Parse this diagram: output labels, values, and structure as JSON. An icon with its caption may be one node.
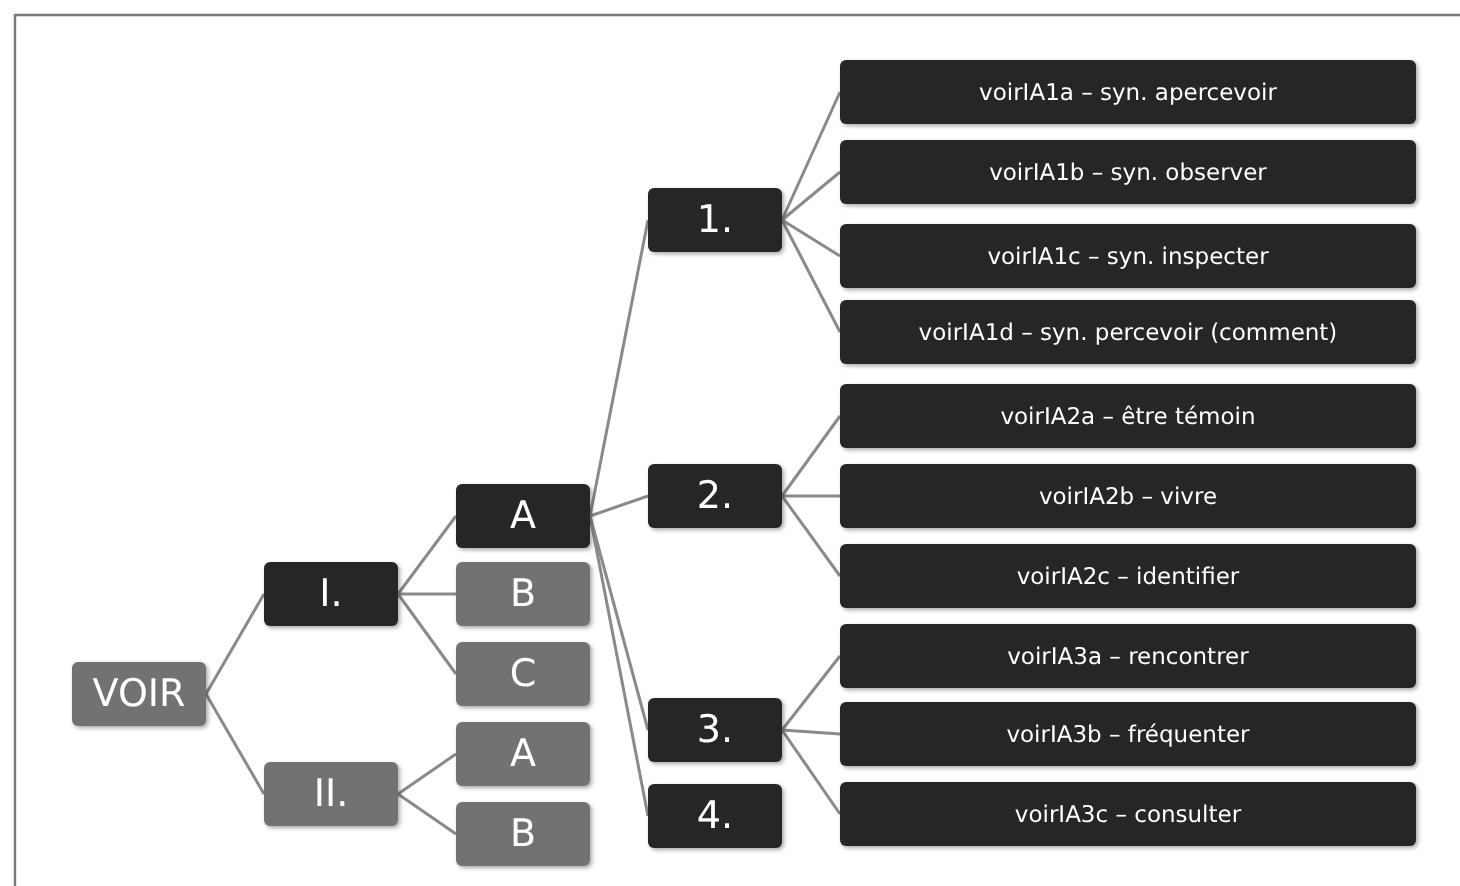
{
  "diagram": {
    "nodes": [
      {
        "text": [
          "VOIR"
        ]
      },
      {
        "text": [
          "I."
        ]
      },
      {
        "text": [
          "II."
        ]
      },
      {
        "text": [
          "A"
        ]
      },
      {
        "text": [
          "B"
        ]
      },
      {
        "text": [
          "C"
        ]
      },
      {
        "text": [
          "A"
        ]
      },
      {
        "text": [
          "B"
        ]
      },
      {
        "text": [
          "1."
        ]
      },
      {
        "text": [
          "2."
        ]
      },
      {
        "text": [
          "3."
        ]
      },
      {
        "text": [
          "4."
        ]
      },
      {
        "text": [
          "voirIA1a – syn. apercevoir"
        ]
      },
      {
        "text": [
          "voirIA1b – syn.  observer"
        ]
      },
      {
        "text": [
          "voirIA1c – syn. inspecter"
        ]
      },
      {
        "text": [
          "voirIA1d – syn. percevoir (comment)"
        ]
      },
      {
        "text": [
          "voirIA2a – être témoin"
        ]
      },
      {
        "text": [
          "voirIA2b – vivre"
        ]
      },
      {
        "text": [
          "voirIA2c – identifier"
        ]
      },
      {
        "text": [
          "voirIA3a – rencontrer"
        ]
      },
      {
        "text": [
          "voirIA3b – fréquenter"
        ]
      },
      {
        "text": [
          "voirIA3c – consulter"
        ]
      }
    ],
    "edges": [
      {
        "from": 0,
        "to": 1,
        "arrow": "none"
      },
      {
        "from": 0,
        "to": 2,
        "arrow": "none"
      },
      {
        "from": 1,
        "to": 3,
        "arrow": "none"
      },
      {
        "from": 1,
        "to": 4,
        "arrow": "none"
      },
      {
        "from": 1,
        "to": 5,
        "arrow": "none"
      },
      {
        "from": 2,
        "to": 6,
        "arrow": "none"
      },
      {
        "from": 2,
        "to": 7,
        "arrow": "none"
      },
      {
        "from": 3,
        "to": 8,
        "arrow": "none"
      },
      {
        "from": 3,
        "to": 9,
        "arrow": "none"
      },
      {
        "from": 3,
        "to": 10,
        "arrow": "none"
      },
      {
        "from": 3,
        "to": 11,
        "arrow": "none"
      },
      {
        "from": 8,
        "to": 12,
        "arrow": "none"
      },
      {
        "from": 8,
        "to": 13,
        "arrow": "none"
      },
      {
        "from": 8,
        "to": 14,
        "arrow": "none"
      },
      {
        "from": 8,
        "to": 15,
        "arrow": "none"
      },
      {
        "from": 9,
        "to": 16,
        "arrow": "none"
      },
      {
        "from": 9,
        "to": 17,
        "arrow": "none"
      },
      {
        "from": 9,
        "to": 18,
        "arrow": "none"
      },
      {
        "from": 10,
        "to": 19,
        "arrow": "none"
      },
      {
        "from": 10,
        "to": 20,
        "arrow": "none"
      },
      {
        "from": 10,
        "to": 21,
        "arrow": "none"
      }
    ]
  }
}
